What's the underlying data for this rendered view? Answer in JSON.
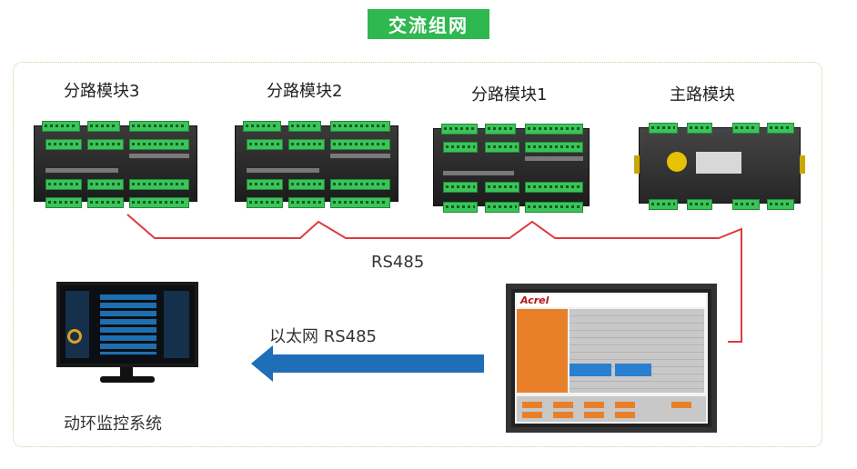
{
  "title": "交流组网",
  "modules": [
    {
      "label": "分路模块3"
    },
    {
      "label": "分路模块2"
    },
    {
      "label": "分路模块1"
    },
    {
      "label": "主路模块"
    }
  ],
  "bus_label": "RS485",
  "link_label": "以太网 RS485",
  "monitor_label": "动环监控系统",
  "hmi_brand": "Acrel",
  "colors": {
    "accent_green": "#2fb84f",
    "wire_red": "#e03a3a",
    "arrow_blue": "#1e6fb8"
  }
}
